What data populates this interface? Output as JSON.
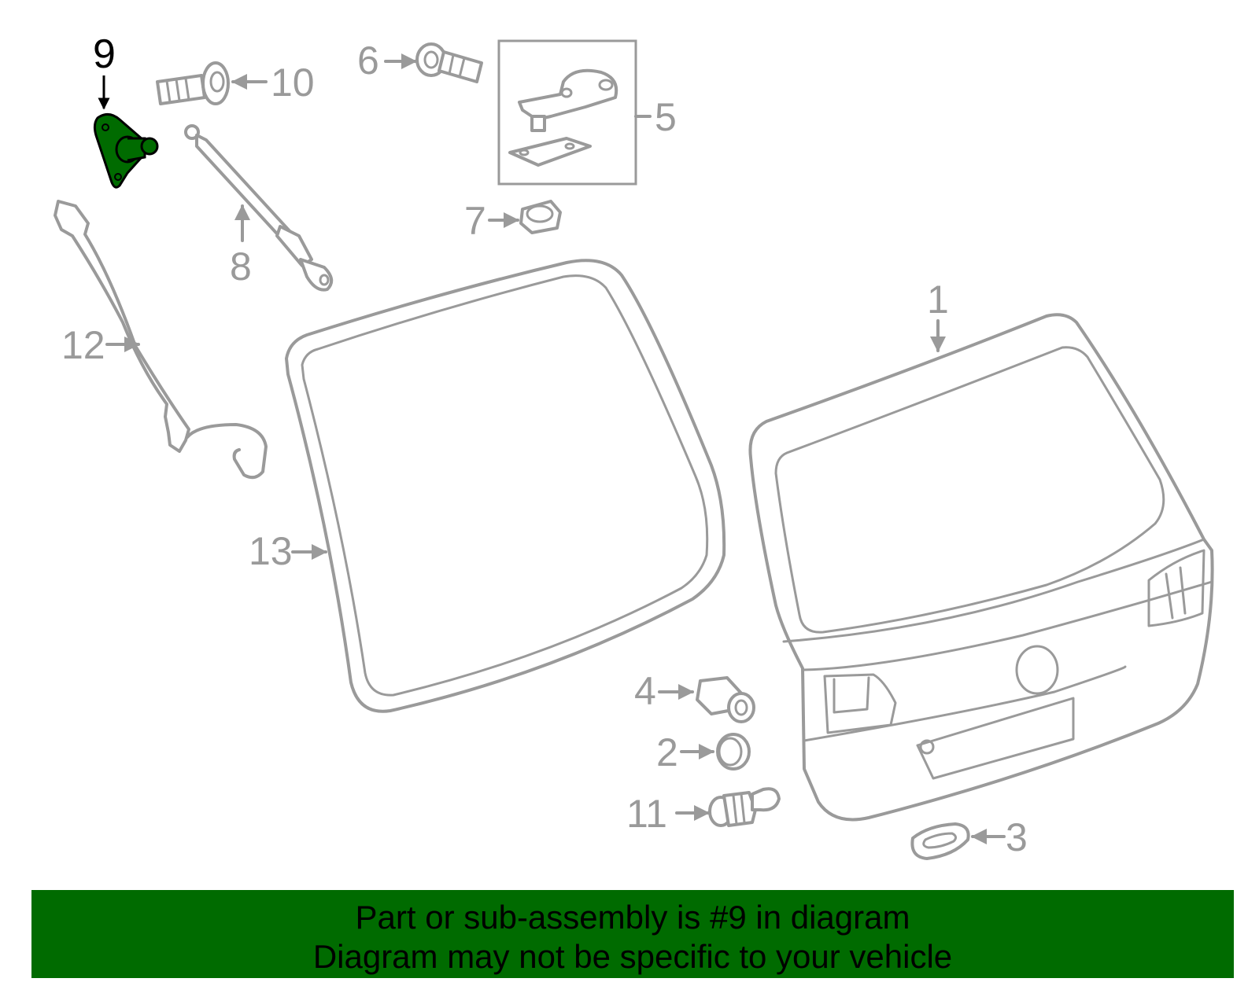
{
  "diagram": {
    "highlight_color": "#006b00",
    "part_color": "#9a9a9a",
    "callouts": {
      "c1": "1",
      "c2": "2",
      "c3": "3",
      "c4": "4",
      "c5": "5",
      "c6": "6",
      "c7": "7",
      "c8": "8",
      "c9": "9",
      "c10": "10",
      "c11": "11",
      "c12": "12",
      "c13": "13"
    }
  },
  "banner": {
    "line1": "Part or sub-assembly is #9 in diagram",
    "line2": "Diagram may not be specific to your vehicle",
    "background": "#006b00"
  }
}
